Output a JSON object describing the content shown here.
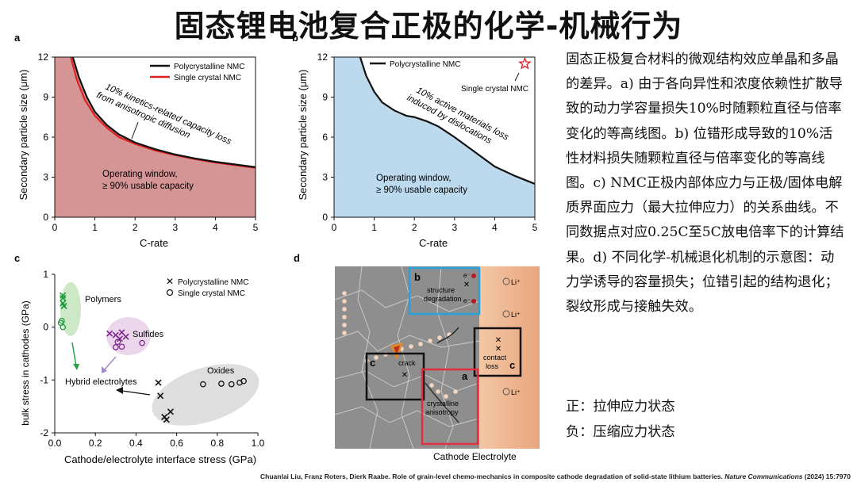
{
  "title": "固态锂电池复合正极的化学-机械行为",
  "panel_a": {
    "letter": "a",
    "ylabel": "Secondary particle size (μm)",
    "xlabel": "C-rate",
    "xticks": [
      "0",
      "1",
      "2",
      "3",
      "4",
      "5"
    ],
    "yticks": [
      "0",
      "3",
      "6",
      "9",
      "12"
    ],
    "legend": [
      "Polycrystalline NMC",
      "Single crystal NMC"
    ],
    "annotation": [
      "10% kinetics-related capacity loss",
      "from anisotropic diffusion"
    ],
    "window": [
      "Operating window,",
      "≥ 90% usable capacity"
    ]
  },
  "panel_b": {
    "letter": "b",
    "ylabel": "Secondary particle size (μm)",
    "xlabel": "C-rate",
    "xticks": [
      "0",
      "1",
      "2",
      "3",
      "4",
      "5"
    ],
    "yticks": [
      "0",
      "3",
      "6",
      "9",
      "12"
    ],
    "legend": [
      "Polycrystalline NMC"
    ],
    "star_label": "Single crystal NMC",
    "annotation": [
      "10% active materials loss",
      "induced by dislocations"
    ],
    "window": [
      "Operating window,",
      "≥ 90% usable capacity"
    ]
  },
  "panel_c": {
    "letter": "c",
    "ylabel": "bulk stress in cathodes (GPa)",
    "xlabel": "Cathode/electrolyte interface stress (GPa)",
    "xticks": [
      "0.0",
      "0.2",
      "0.4",
      "0.6",
      "0.8",
      "1.0"
    ],
    "yticks": [
      "-2",
      "-1",
      "0",
      "1"
    ],
    "legend": [
      "Polycrystalline NMC",
      "Single crystal NMC"
    ],
    "groups": [
      "Polymers",
      "Sulfides",
      "Oxides",
      "Hybrid electrolytes"
    ]
  },
  "panel_d": {
    "letter": "d",
    "labels": {
      "b": "b",
      "a": "a",
      "c_left": "c",
      "c_right": "c",
      "structure": [
        "structure",
        "degradation"
      ],
      "crack": "crack",
      "contact": [
        "contact",
        "loss"
      ],
      "crystalline": [
        "crystalline",
        "anisotropy"
      ],
      "li": "Li⁺",
      "e": "e⁻",
      "bottom": "Cathode Electrolyte"
    }
  },
  "description": "固态正极复合材料的微观结构效应单晶和多晶的差异。a) 由于各向异性和浓度依赖性扩散导致的动力学容量损失10%时随颗粒直径与倍率变化的等高线图。b) 位错形成导致的10%活性材料损失随颗粒直径与倍率变化的等高线图。c) NMC正极内部体应力与正极/固体电解质界面应力（最大拉伸应力）的关系曲线。不同数据点对应0.25C至5C放电倍率下的计算结果。d) 不同化学-机械退化机制的示意图：动力学诱导的容量损失；位错引起的结构退化；裂纹形成与接触失效。",
  "notes": [
    "正：拉伸应力状态",
    "负：压缩应力状态"
  ],
  "citation": {
    "text": "Chuanlai Liu, Franz Roters, Dierk Raabe. Role of grain-level chemo-mechanics in composite cathode degradation of solid-state lithium batteries.",
    "journal": "Nature Communications",
    "suffix": " (2024) 15:7970"
  },
  "chart_data": [
    {
      "type": "line",
      "title": "",
      "xlabel": "C-rate",
      "ylabel": "Secondary particle size (μm)",
      "xlim": [
        0,
        5
      ],
      "ylim": [
        0,
        12
      ],
      "series": [
        {
          "name": "Polycrystalline NMC",
          "color": "#111111",
          "x": [
            0.45,
            0.6,
            0.8,
            1.0,
            1.3,
            1.6,
            2.0,
            2.5,
            3.0,
            3.5,
            4.0,
            4.5,
            5.0
          ],
          "y": [
            12.0,
            10.5,
            9.0,
            7.9,
            6.9,
            6.2,
            5.6,
            5.1,
            4.7,
            4.4,
            4.15,
            3.95,
            3.75
          ]
        },
        {
          "name": "Single crystal NMC",
          "color": "#e02020",
          "x": [
            0.4,
            0.55,
            0.75,
            1.0,
            1.3,
            1.6,
            2.0,
            2.5,
            3.0,
            3.5,
            4.0,
            4.5,
            5.0
          ],
          "y": [
            12.0,
            10.3,
            8.8,
            7.6,
            6.7,
            6.0,
            5.5,
            5.0,
            4.65,
            4.35,
            4.1,
            3.9,
            3.7
          ]
        }
      ]
    },
    {
      "type": "line",
      "title": "",
      "xlabel": "C-rate",
      "ylabel": "Secondary particle size (μm)",
      "xlim": [
        0,
        5
      ],
      "ylim": [
        0,
        12
      ],
      "series": [
        {
          "name": "Polycrystalline NMC",
          "color": "#111111",
          "x": [
            0.65,
            0.8,
            1.0,
            1.2,
            1.5,
            1.8,
            2.0,
            2.3,
            2.6,
            3.0,
            3.5,
            4.0,
            4.5,
            5.0
          ],
          "y": [
            12.0,
            10.6,
            9.4,
            8.6,
            8.0,
            7.6,
            7.5,
            7.2,
            6.8,
            6.0,
            4.9,
            3.8,
            3.1,
            2.5
          ]
        }
      ],
      "markers": [
        {
          "name": "Single crystal NMC",
          "x": 4.75,
          "y": 11.5,
          "shape": "star"
        }
      ]
    },
    {
      "type": "scatter",
      "title": "",
      "xlabel": "Cathode/electrolyte interface stress (GPa)",
      "ylabel": "bulk stress in cathodes (GPa)",
      "xlim": [
        0,
        1.0
      ],
      "ylim": [
        -2,
        1
      ],
      "series": [
        {
          "name": "Polycrystalline NMC",
          "marker": "x",
          "group": "Polymers",
          "color": "#1a9a3a",
          "x": [
            0.04,
            0.04,
            0.04,
            0.045
          ],
          "y": [
            0.6,
            0.55,
            0.45,
            0.4
          ]
        },
        {
          "name": "Single crystal NMC",
          "marker": "o",
          "group": "Polymers",
          "color": "#1a9a3a",
          "x": [
            0.03,
            0.04,
            0.035
          ],
          "y": [
            0.08,
            0.0,
            0.12
          ]
        },
        {
          "name": "Polycrystalline NMC",
          "marker": "x",
          "group": "Sulfides",
          "color": "#7a2a8a",
          "x": [
            0.27,
            0.3,
            0.33,
            0.35,
            0.32
          ],
          "y": [
            -0.12,
            -0.15,
            -0.1,
            -0.18,
            -0.22
          ]
        },
        {
          "name": "Single crystal NMC",
          "marker": "o",
          "group": "Sulfides",
          "color": "#7a2a8a",
          "x": [
            0.3,
            0.33,
            0.43,
            0.31
          ],
          "y": [
            -0.38,
            -0.37,
            -0.3,
            -0.28
          ]
        },
        {
          "name": "Polycrystalline NMC",
          "marker": "x",
          "group": "Oxides",
          "color": "#111111",
          "x": [
            0.51,
            0.52,
            0.54,
            0.55,
            0.57
          ],
          "y": [
            -1.05,
            -1.3,
            -1.7,
            -1.75,
            -1.6
          ]
        },
        {
          "name": "Single crystal NMC",
          "marker": "o",
          "group": "Oxides",
          "color": "#111111",
          "x": [
            0.73,
            0.82,
            0.87,
            0.91,
            0.93
          ],
          "y": [
            -1.08,
            -1.07,
            -1.08,
            -1.05,
            -1.02
          ]
        }
      ]
    }
  ]
}
